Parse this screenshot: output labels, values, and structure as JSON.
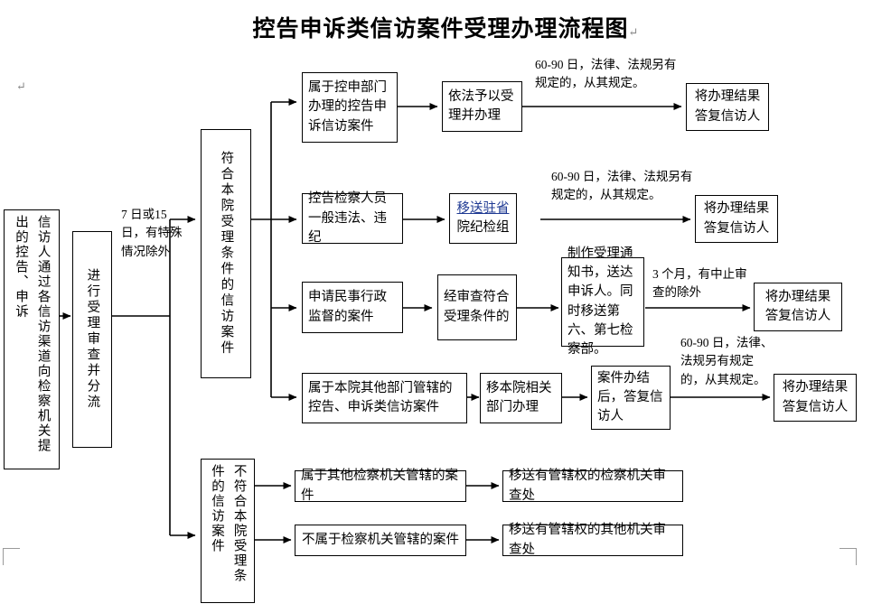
{
  "document": {
    "title": "控告申诉类信访案件受理办理流程图",
    "pilcrow": "↵",
    "stray_pilcrow": "↵"
  },
  "nodes": {
    "intake": "信访人通过各信访渠道向检察机关提出的控告、申诉",
    "review": "进行受理审查并分流",
    "eligible": "符合本院受理条件的信访案件",
    "ineligible": "不符合本院受理条件的信访案件",
    "branch1_case": "属于控申部门办理的控告申诉信访案件",
    "branch1_action": "依法予以受理并办理",
    "branch1_result": "将办理结果答复信访人",
    "branch2_case": "控告检察人员一般违法、违纪",
    "branch2_action_link": "移送驻省",
    "branch2_action_rest": "院纪检组",
    "branch2_result": "将办理结果答复信访人",
    "branch3_case": "申请民事行政监督的案件",
    "branch3_check": "经审查符合受理条件的",
    "branch3_action": "制作受理通知书，送达申诉人。同时移送第六、第七检察部。",
    "branch3_result": "将办理结果答复信访人",
    "branch4_case": "属于本院其他部门管辖的控告、申诉类信访案件",
    "branch4_action": "移本院相关部门办理",
    "branch4_status": "案件办结后，答复信访人",
    "branch4_result": "将办理结果答复信访人",
    "branch5_case": "属于其他检察机关管辖的案件",
    "branch5_action": "移送有管辖权的检察机关审查处",
    "branch6_case": "不属于检察机关管辖的案件",
    "branch6_action": "移送有管辖权的其他机关审查处"
  },
  "edge_labels": {
    "intake_to_eligible": "7 日或15 日，有特殊情况除外",
    "branch1_duration": "60-90 日，法律、法规另有规定的，从其规定。",
    "branch2_duration": "60-90 日，法律、法规另有规定的，从其规定。",
    "branch3_duration": "3 个月，有中止审查的除外",
    "branch4_duration": "60-90 日，法律、法规另有规定的，从其规定。"
  },
  "colors": {
    "line": "#000000",
    "text": "#000000",
    "link": "#1f3a93",
    "pilcrow": "#8a8a8a",
    "corner_mark": "#9a9a9a"
  }
}
